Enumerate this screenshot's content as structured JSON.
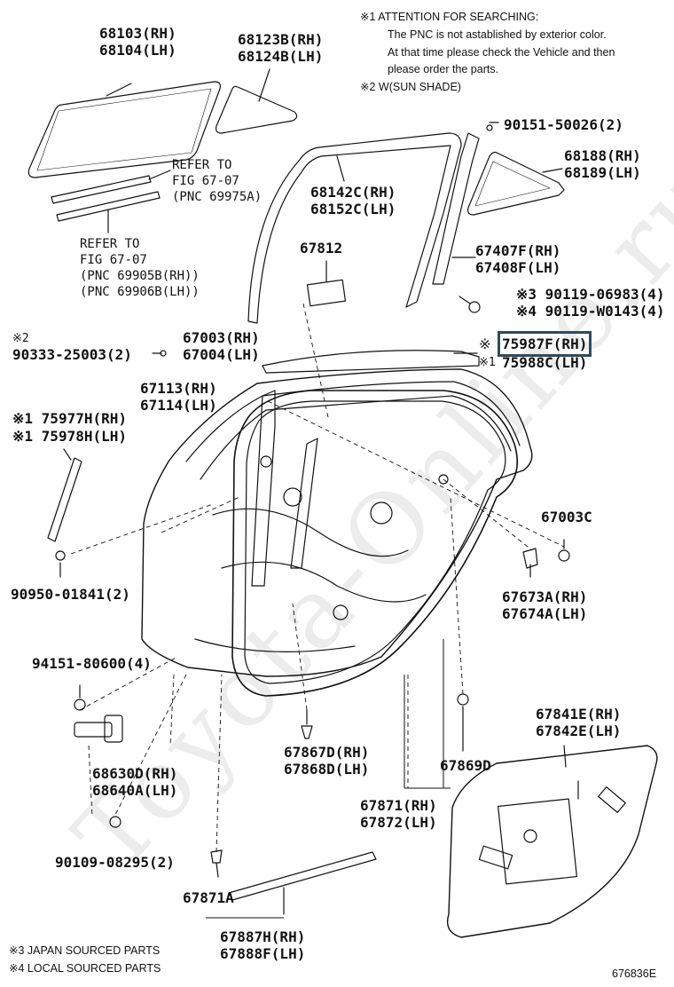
{
  "notes": {
    "attention_title": "※1 ATTENTION FOR SEARCHING:",
    "attention_line1": "The PNC is not astablished by exterior color.",
    "attention_line2": "At that time please check the Vehicle and then",
    "attention_line3": "please order the parts.",
    "sun_shade": "※2 W(SUN SHADE)"
  },
  "watermark": "Toyota-Online.ru",
  "parts": {
    "p68103": "68103(RH)",
    "p68104": "68104(LH)",
    "p68123b": "68123B(RH)",
    "p68124b": "68124B(LH)",
    "p90151": "90151-50026(2)",
    "p68188": "68188(RH)",
    "p68189": "68189(LH)",
    "p68142c": "68142C(RH)",
    "p68152c": "68152C(LH)",
    "p67812": "67812",
    "p67407f": "67407F(RH)",
    "p67408f": "67408F(LH)",
    "p90119a": "※3 90119-06983(4)",
    "p90119b": "※4 90119-W0143(4)",
    "p90333_mark": "※2",
    "p90333": "90333-25003(2)",
    "p67003": "67003(RH)",
    "p67004": "67004(LH)",
    "p75987_mark": "※",
    "p75987f": "75987F(RH)",
    "p75988_mark": "※1",
    "p75988c": "75988C(LH)",
    "p67113": "67113(RH)",
    "p67114": "67114(LH)",
    "p75977h": "※1 75977H(RH)",
    "p75978h": "※1 75978H(LH)",
    "p67003c": "67003C",
    "p90950": "90950-01841(2)",
    "p67673a": "67673A(RH)",
    "p67674a": "67674A(LH)",
    "p94151": "94151-80600(4)",
    "p67841e": "67841E(RH)",
    "p67842e": "67842E(LH)",
    "p68630d": "68630D(RH)",
    "p68640a": "68640A(LH)",
    "p67867d": "67867D(RH)",
    "p67868d": "67868D(LH)",
    "p67869d": "67869D",
    "p67871": "67871(RH)",
    "p67872": "67872(LH)",
    "p90109": "90109-08295(2)",
    "p67871a": "67871A",
    "p67887h": "67887H(RH)",
    "p67888f": "67888F(LH)"
  },
  "refs": {
    "r1_line1": "REFER TO",
    "r1_line2": "FIG 67-07",
    "r1_line3": "(PNC 69975A)",
    "r2_line1": "REFER TO",
    "r2_line2": "FIG 67-07",
    "r2_line3": "(PNC 69905B(RH))",
    "r2_line4": "(PNC 69906B(LH))"
  },
  "footer": {
    "japan": "※3  JAPAN SOURCED PARTS",
    "local": "※4  LOCAL SOURCED PARTS",
    "code": "676836E"
  }
}
